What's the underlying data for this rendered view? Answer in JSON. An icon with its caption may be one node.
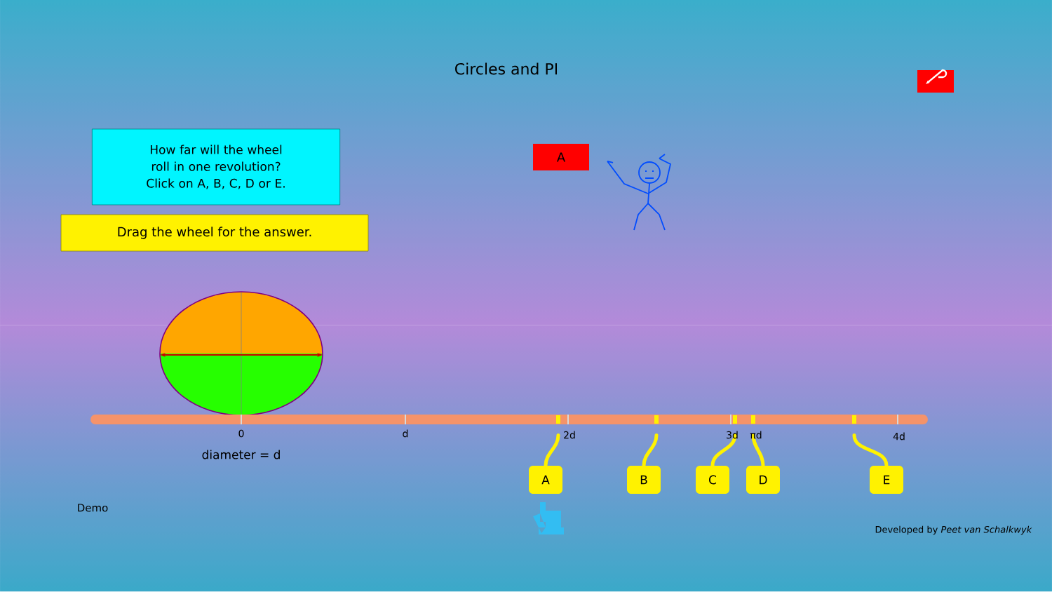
{
  "diagram": {
    "title": "Circles and PI",
    "nodes": [
      {
        "text": [
          "How far will the wheel roll in one revolution?",
          "Click on A, B, C, D or E."
        ]
      },
      {
        "text": [
          "Drag the wheel for the answer."
        ]
      },
      {
        "text": [
          "A"
        ]
      },
      {
        "text": [
          "A"
        ]
      },
      {
        "text": [
          "B"
        ]
      },
      {
        "text": [
          "C"
        ]
      },
      {
        "text": [
          "D"
        ]
      },
      {
        "text": [
          "E"
        ]
      },
      {
        "text": [],
        "shape": "bar"
      },
      {
        "text": [],
        "shape": "bar"
      },
      {
        "text": [],
        "shape": "bar"
      },
      {
        "text": [],
        "shape": "bar"
      },
      {
        "text": [],
        "shape": "bar"
      }
    ],
    "edges": [
      {
        "from": 3,
        "to": 8,
        "arrow": "none"
      },
      {
        "from": 4,
        "to": 9,
        "arrow": "none"
      },
      {
        "from": 5,
        "to": 10,
        "arrow": "none"
      },
      {
        "from": 6,
        "to": 11,
        "arrow": "none"
      },
      {
        "from": 7,
        "to": 12,
        "arrow": "none"
      }
    ],
    "labels": [
      "0",
      "d",
      "2d",
      "3d",
      "πd",
      "4d",
      "diameter = d",
      "Demo",
      "Developed by *Peet van Schalkwyk*"
    ]
  }
}
